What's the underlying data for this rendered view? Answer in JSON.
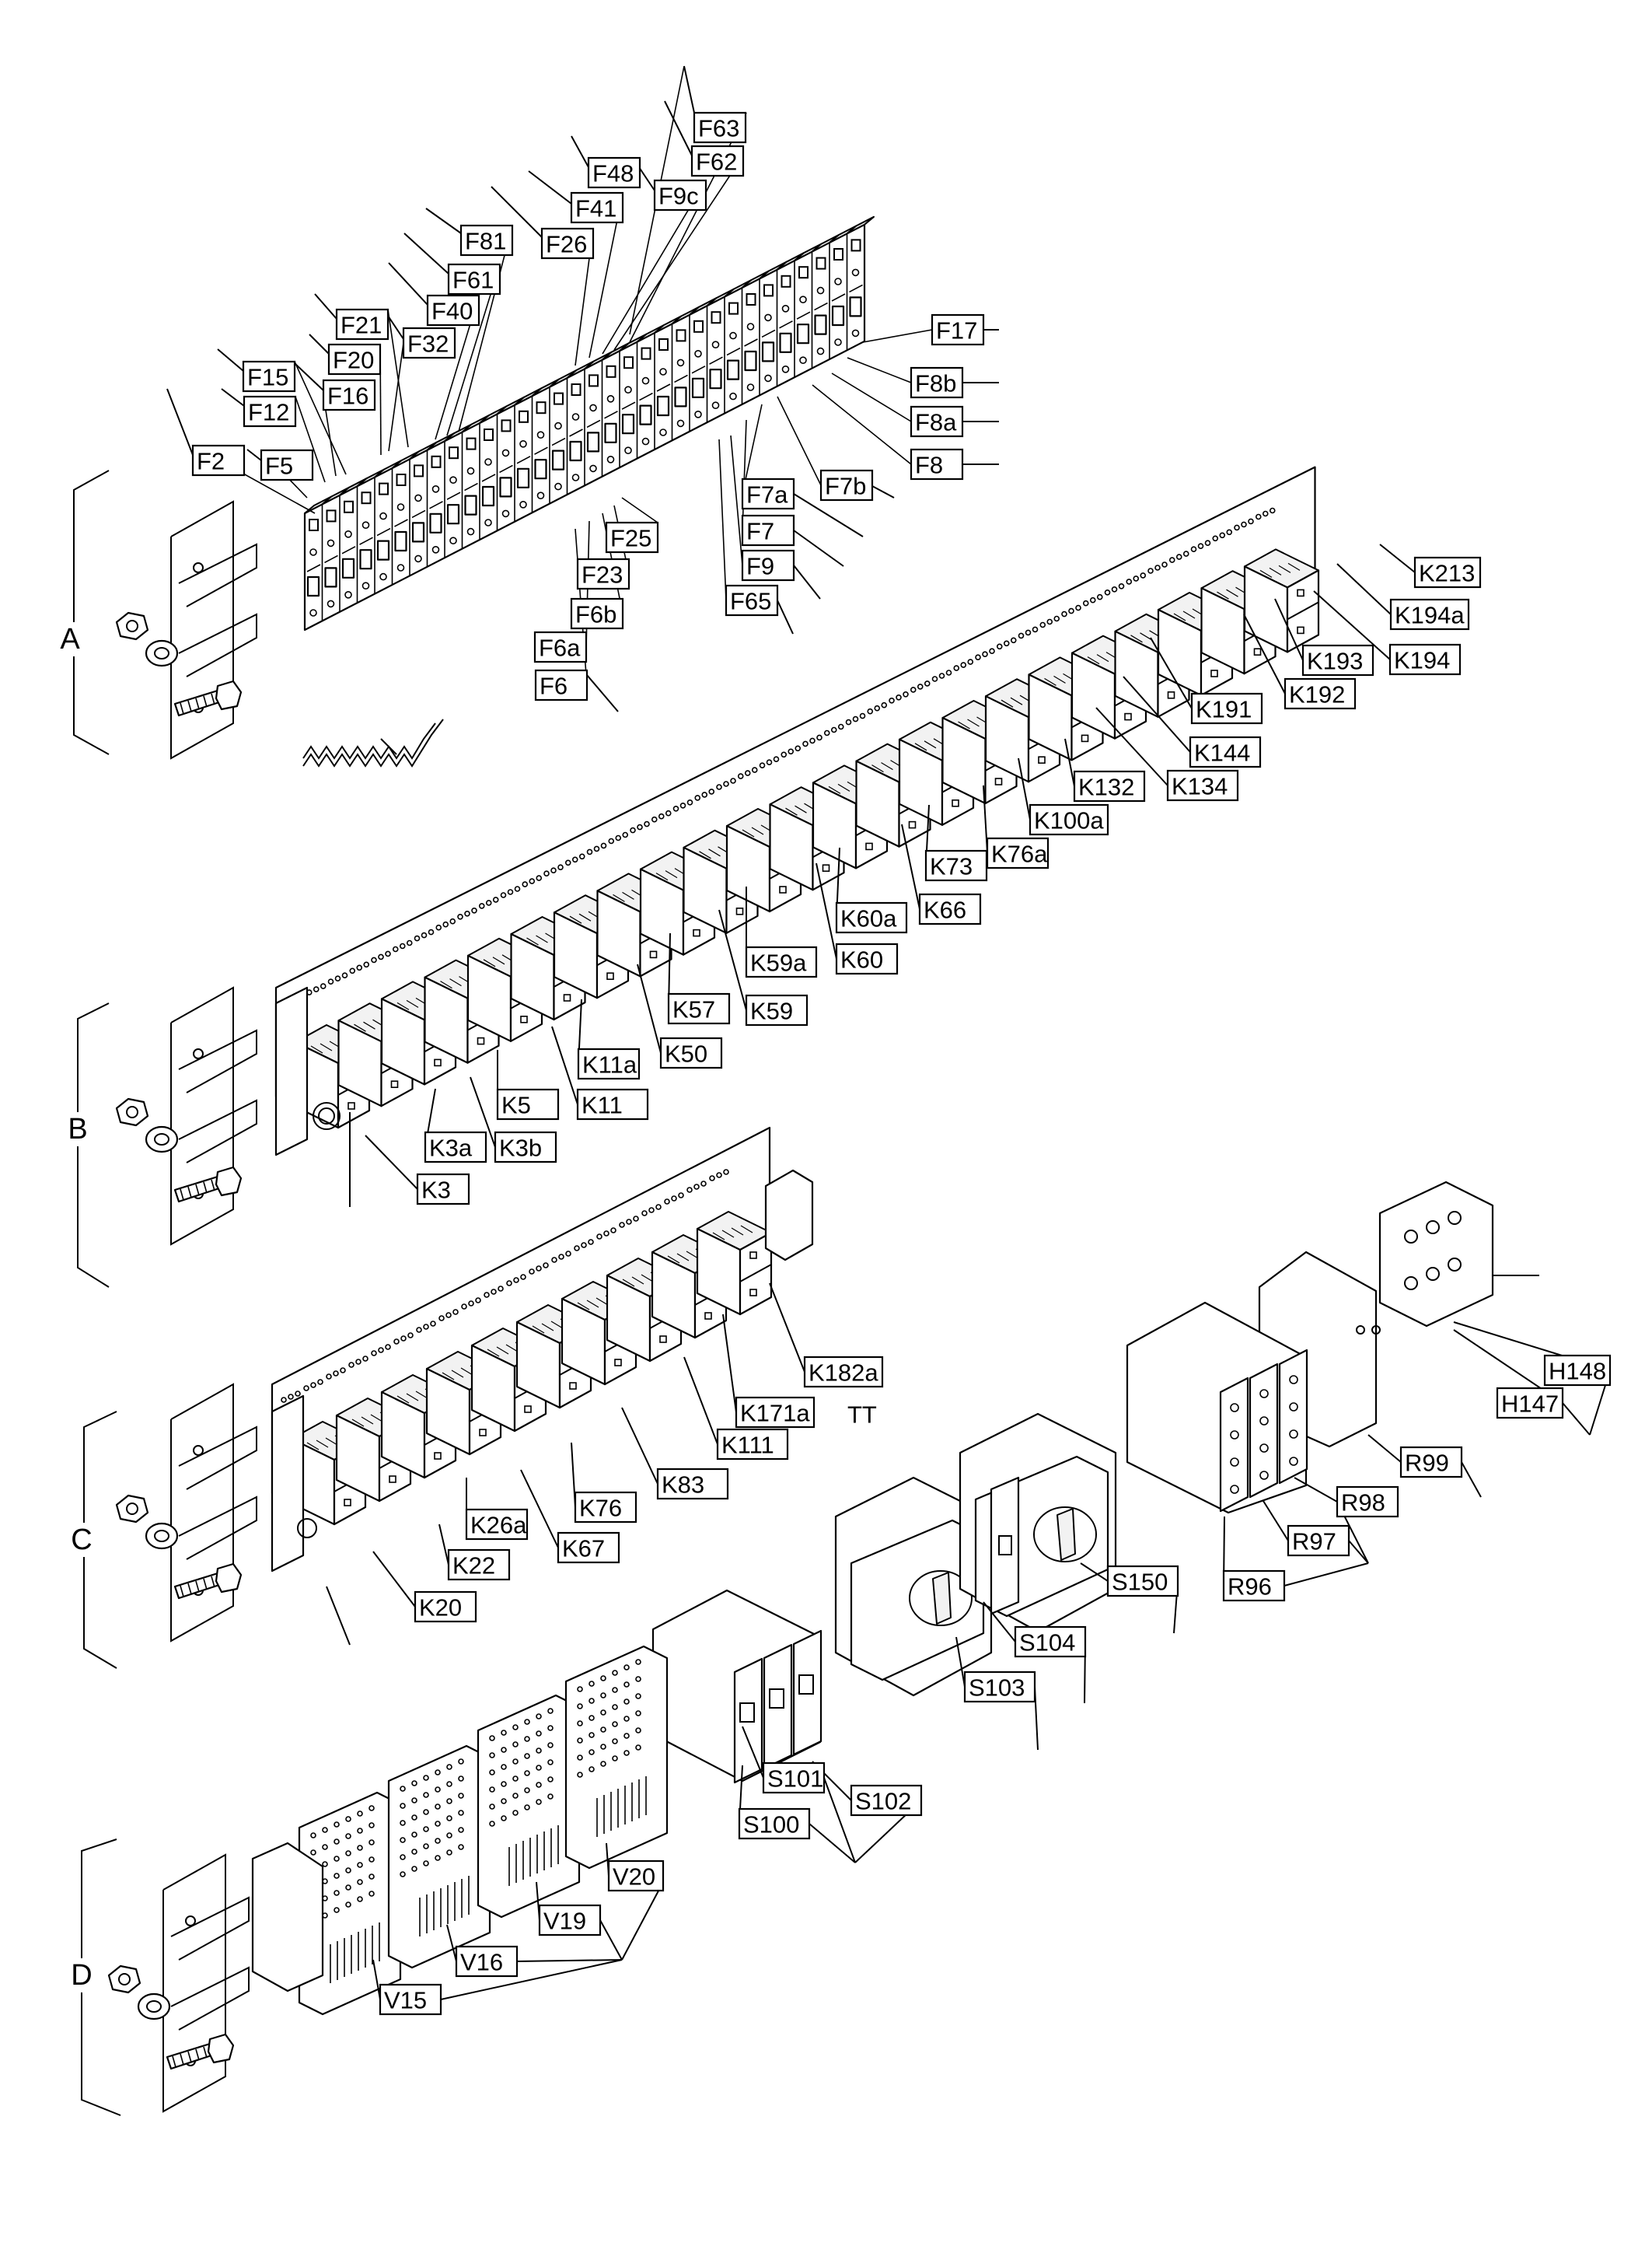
{
  "sections": [
    "A",
    "B",
    "C",
    "D"
  ],
  "labels": [
    "F63",
    "F62",
    "F48",
    "F9c",
    "F41",
    "F26",
    "F81",
    "F61",
    "F40",
    "F21",
    "F32",
    "F20",
    "F15",
    "F16",
    "F12",
    "F2",
    "F5",
    "F17",
    "F8b",
    "F8a",
    "F8",
    "F7b",
    "F7a",
    "F25",
    "F7",
    "F23",
    "F9",
    "F6b",
    "F65",
    "F6a",
    "F6",
    "K213",
    "K194a",
    "K193",
    "K194",
    "K192",
    "K191",
    "K144",
    "K134",
    "K132",
    "K100a",
    "K76a",
    "K73",
    "K66",
    "K60a",
    "K60",
    "K59a",
    "K59",
    "K57",
    "K50",
    "K11a",
    "K11",
    "K5",
    "K3a",
    "K3b",
    "K3",
    "K182a",
    "K171a",
    "K111",
    "K83",
    "K76",
    "K67",
    "K26a",
    "K22",
    "K20",
    "H148",
    "H147",
    "R99",
    "R98",
    "R97",
    "R96",
    "S150",
    "S104",
    "S103",
    "S101",
    "S102",
    "S100",
    "V20",
    "V19",
    "V16",
    "V15"
  ],
  "extra_text": [
    "TT"
  ]
}
